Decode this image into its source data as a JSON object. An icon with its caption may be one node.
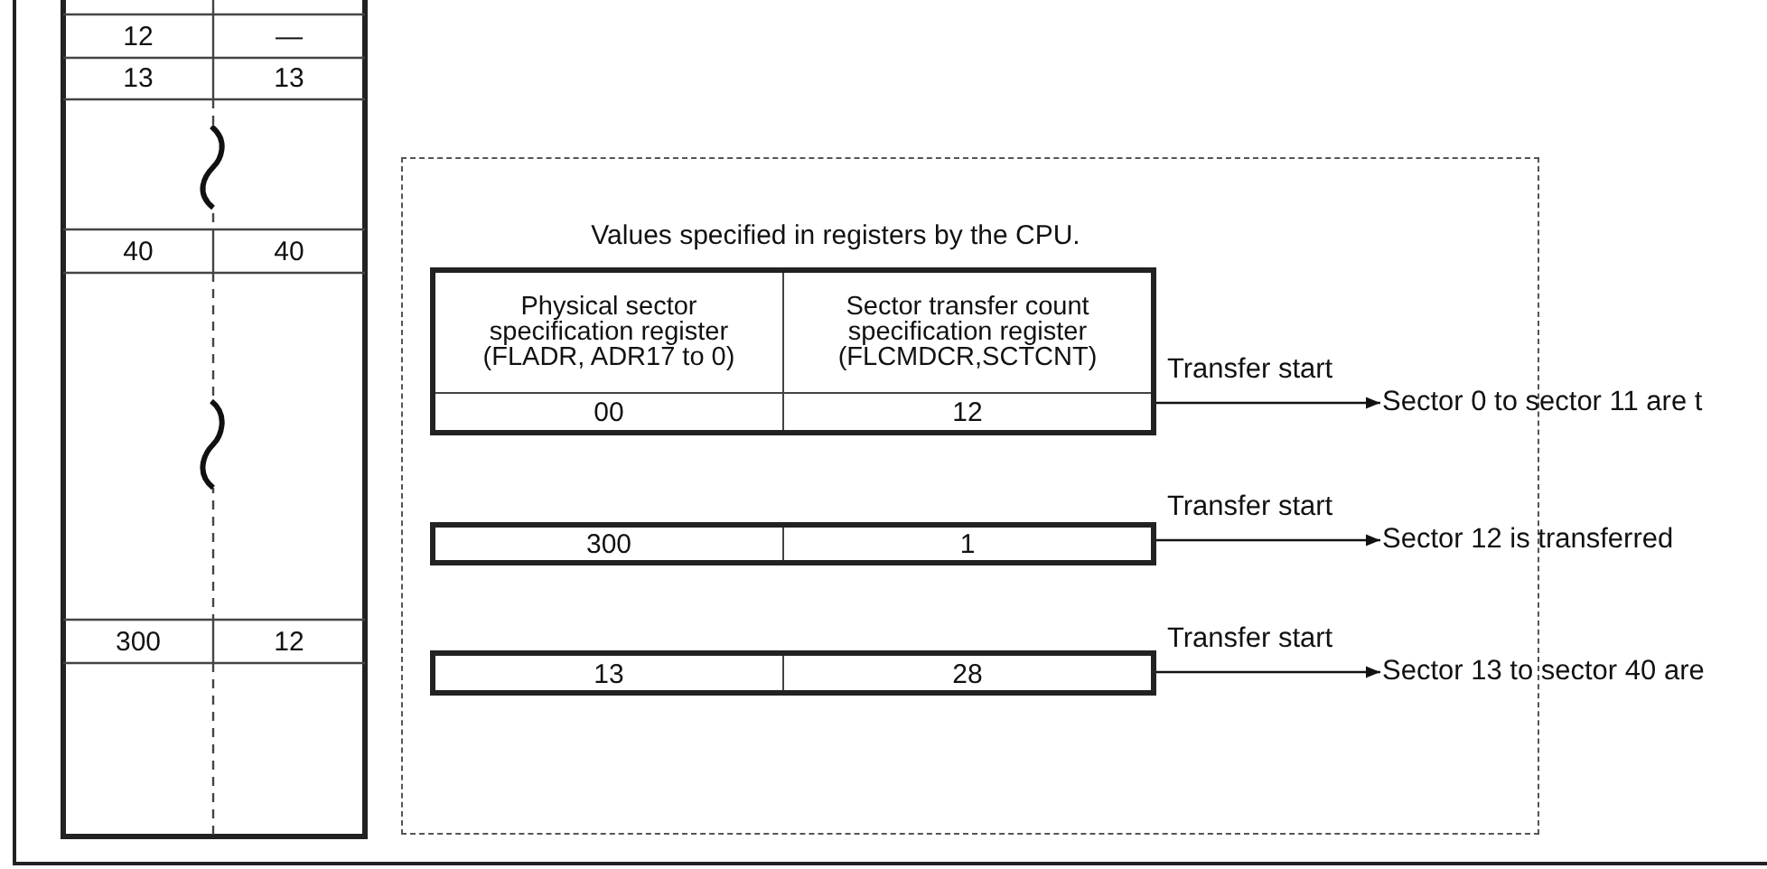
{
  "diagram": {
    "nodes": [
      {
        "text": [],
        "shape": "box"
      },
      {
        "text": [
          "Physical sector specification register (FLADR, ADR17 to 0)",
          "Sector transfer count specification register (FLCMDCR,SCTCNT)",
          "00",
          "12"
        ],
        "in": 0
      },
      {
        "text": [
          "300",
          "1"
        ],
        "in": 0
      },
      {
        "text": [
          "13",
          "28"
        ],
        "in": 0
      },
      {
        "text": [
          "Sector 0 to sector 11 are t"
        ]
      },
      {
        "text": [
          "Sector 12 is transferred"
        ]
      },
      {
        "text": [
          "Sector 13 to sector 40 are"
        ]
      }
    ],
    "edges": [
      {
        "from": 1,
        "to": 4,
        "arrow": "to",
        "label": "Transfer start"
      },
      {
        "from": 2,
        "to": 5,
        "arrow": "to",
        "label": "Transfer start"
      },
      {
        "from": 3,
        "to": 6,
        "arrow": "to",
        "label": "Transfer start"
      }
    ],
    "labels": [
      "12",
      "—",
      "13",
      "13",
      "40",
      "40",
      "Values specified in registers by the CPU.",
      "300",
      "12"
    ]
  }
}
